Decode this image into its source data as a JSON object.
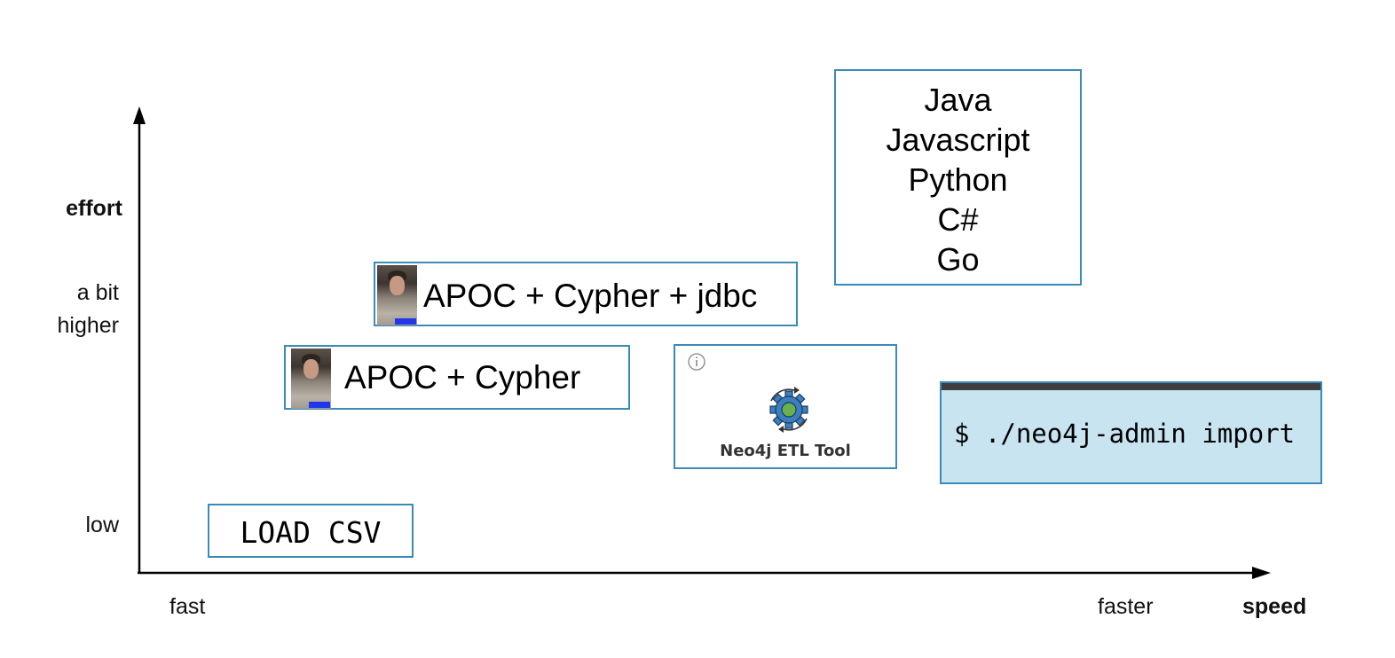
{
  "axes": {
    "y_title": "effort",
    "y_ticks": {
      "high": "a bit\nhigher",
      "high_line1": "a bit",
      "high_line2": "higher",
      "low": "low"
    },
    "x_title": "speed",
    "x_ticks": {
      "left": "fast",
      "right": "faster"
    }
  },
  "items": {
    "load_csv": "LOAD CSV",
    "apoc_cypher": "APOC + Cypher",
    "apoc_cypher_jdbc": "APOC + Cypher + jdbc",
    "etl_tool": "Neo4j ETL Tool",
    "admin_import": "$ ./neo4j-admin import",
    "languages": [
      "Java",
      "Javascript",
      "Python",
      "C#",
      "Go"
    ]
  },
  "colors": {
    "box_border": "#3a8bb7",
    "terminal_bg": "#c8e4f1",
    "gear_blue": "#3a7fc1",
    "gear_center": "#6ab04c"
  }
}
